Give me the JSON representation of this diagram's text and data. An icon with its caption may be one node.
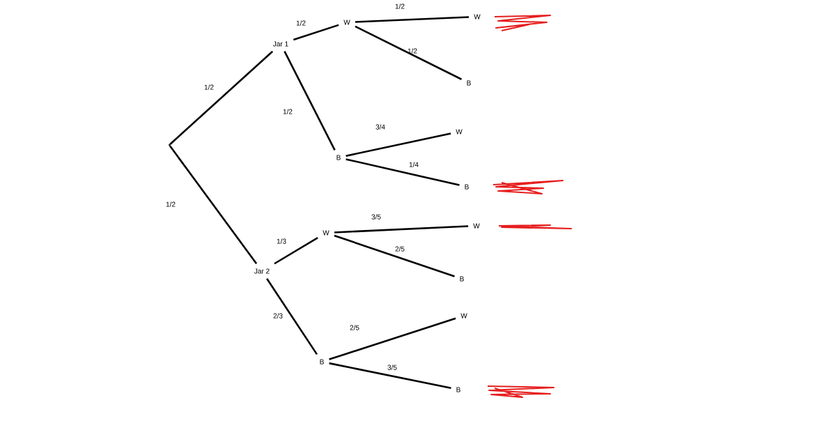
{
  "diagram": {
    "nodes": [
      {
        "text": [],
        "shape": "point"
      },
      {
        "text": [
          "Jar 1"
        ]
      },
      {
        "text": [
          "W"
        ]
      },
      {
        "text": [
          "B"
        ]
      },
      {
        "text": [
          "W"
        ]
      },
      {
        "text": [
          "B"
        ]
      },
      {
        "text": [
          "W"
        ]
      },
      {
        "text": [
          "B"
        ]
      },
      {
        "text": [
          "Jar 2"
        ]
      },
      {
        "text": [
          "W"
        ]
      },
      {
        "text": [
          "B"
        ]
      },
      {
        "text": [
          "W"
        ]
      },
      {
        "text": [
          "B"
        ]
      },
      {
        "text": [
          "W"
        ]
      },
      {
        "text": [
          "B"
        ]
      }
    ],
    "edges": [
      {
        "from": 0,
        "to": 1,
        "arrow": "none",
        "label": "1/2"
      },
      {
        "from": 0,
        "to": 8,
        "arrow": "none",
        "label": "1/2"
      },
      {
        "from": 1,
        "to": 2,
        "arrow": "none",
        "label": "1/2"
      },
      {
        "from": 1,
        "to": 3,
        "arrow": "none",
        "label": "1/2"
      },
      {
        "from": 2,
        "to": 4,
        "arrow": "none",
        "label": "1/2"
      },
      {
        "from": 2,
        "to": 5,
        "arrow": "none",
        "label": "1/2"
      },
      {
        "from": 3,
        "to": 6,
        "arrow": "none",
        "label": "3/4"
      },
      {
        "from": 3,
        "to": 7,
        "arrow": "none",
        "label": "1/4"
      },
      {
        "from": 8,
        "to": 9,
        "arrow": "none",
        "label": "1/3"
      },
      {
        "from": 8,
        "to": 10,
        "arrow": "none",
        "label": "2/3"
      },
      {
        "from": 9,
        "to": 11,
        "arrow": "none",
        "label": "3/5"
      },
      {
        "from": 9,
        "to": 12,
        "arrow": "none",
        "label": "2/5"
      },
      {
        "from": 10,
        "to": 13,
        "arrow": "none",
        "label": "2/5"
      },
      {
        "from": 10,
        "to": 14,
        "arrow": "none",
        "label": "3/5"
      }
    ]
  }
}
